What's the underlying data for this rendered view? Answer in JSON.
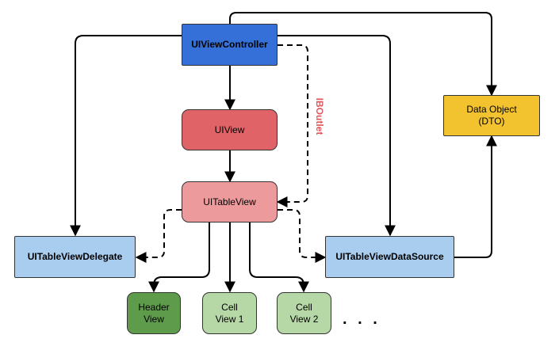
{
  "diagram": {
    "nodes": {
      "uiviewcontroller": "UIViewController",
      "uiview": "UIView",
      "uitableview": "UITableView",
      "delegate": "UITableViewDelegate",
      "datasource": "UITableViewDataSource",
      "dto_line1": "Data Object",
      "dto_line2": "(DTO)",
      "header_line1": "Header",
      "header_line2": "View",
      "cell1_line1": "Cell",
      "cell1_line2": "View 1",
      "cell2_line1": "Cell",
      "cell2_line2": "View 2"
    },
    "edge_label": "IBOutlet",
    "ellipsis": ". . .",
    "colors": {
      "uiviewcontroller": "#3570d8",
      "uiview": "#e06467",
      "uitableview": "#ec9a9c",
      "delegate_datasource": "#a9cdee",
      "dto": "#f2c22f",
      "header": "#5e9c4c",
      "cells": "#b6d8a6",
      "ibooutlet_label": "#e1575e"
    }
  }
}
